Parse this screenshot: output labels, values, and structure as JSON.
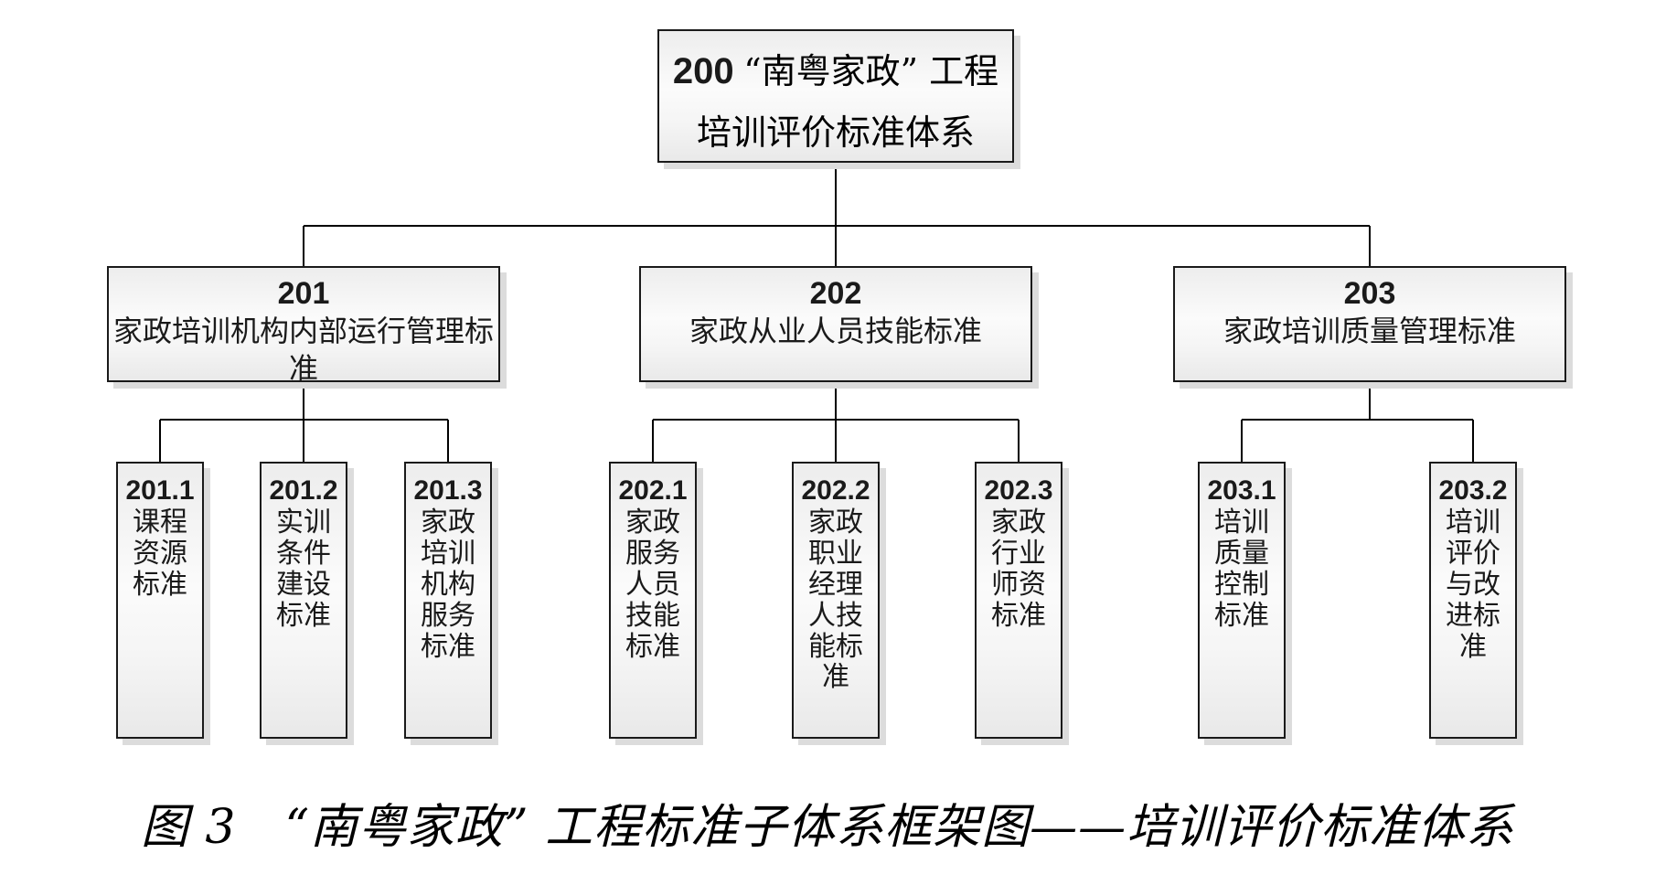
{
  "page": {
    "background": "#ffffff",
    "caption": "图 3　“南粤家政” 工程标准子体系框架图——培训评价标准体系"
  },
  "colors": {
    "box_border": "#1a1a1a",
    "box_fill_light": "#fbfbfb",
    "box_fill_gray": "#e9e9e9",
    "box_shadow": "#dcdcdc",
    "connector_line": "#000000",
    "text": "#000000"
  },
  "chart": {
    "type": "org-hierarchy",
    "root": {
      "number": "200",
      "title_rest": "“南粤家政” 工程",
      "title_line2": "培训评价标准体系"
    },
    "level2": [
      {
        "number": "201",
        "label": "家政培训机构内部运行管理标准"
      },
      {
        "number": "202",
        "label": "家政从业人员技能标准"
      },
      {
        "number": "203",
        "label": "家政培训质量管理标准"
      }
    ],
    "level3": [
      {
        "number": "201.1",
        "label": "课程资源标准",
        "parent": "201"
      },
      {
        "number": "201.2",
        "label": "实训条件建设标准",
        "parent": "201"
      },
      {
        "number": "201.3",
        "label": "家政培训机构服务标准",
        "parent": "201"
      },
      {
        "number": "202.1",
        "label": "家政服务人员技能标准",
        "parent": "202"
      },
      {
        "number": "202.2",
        "label": "家政职业经理人技能标准",
        "parent": "202"
      },
      {
        "number": "202.3",
        "label": "家政行业师资标准",
        "parent": "202"
      },
      {
        "number": "203.1",
        "label": "培训质量控制标准",
        "parent": "203"
      },
      {
        "number": "203.2",
        "label": "培训评价与改进标准",
        "parent": "203"
      }
    ]
  }
}
